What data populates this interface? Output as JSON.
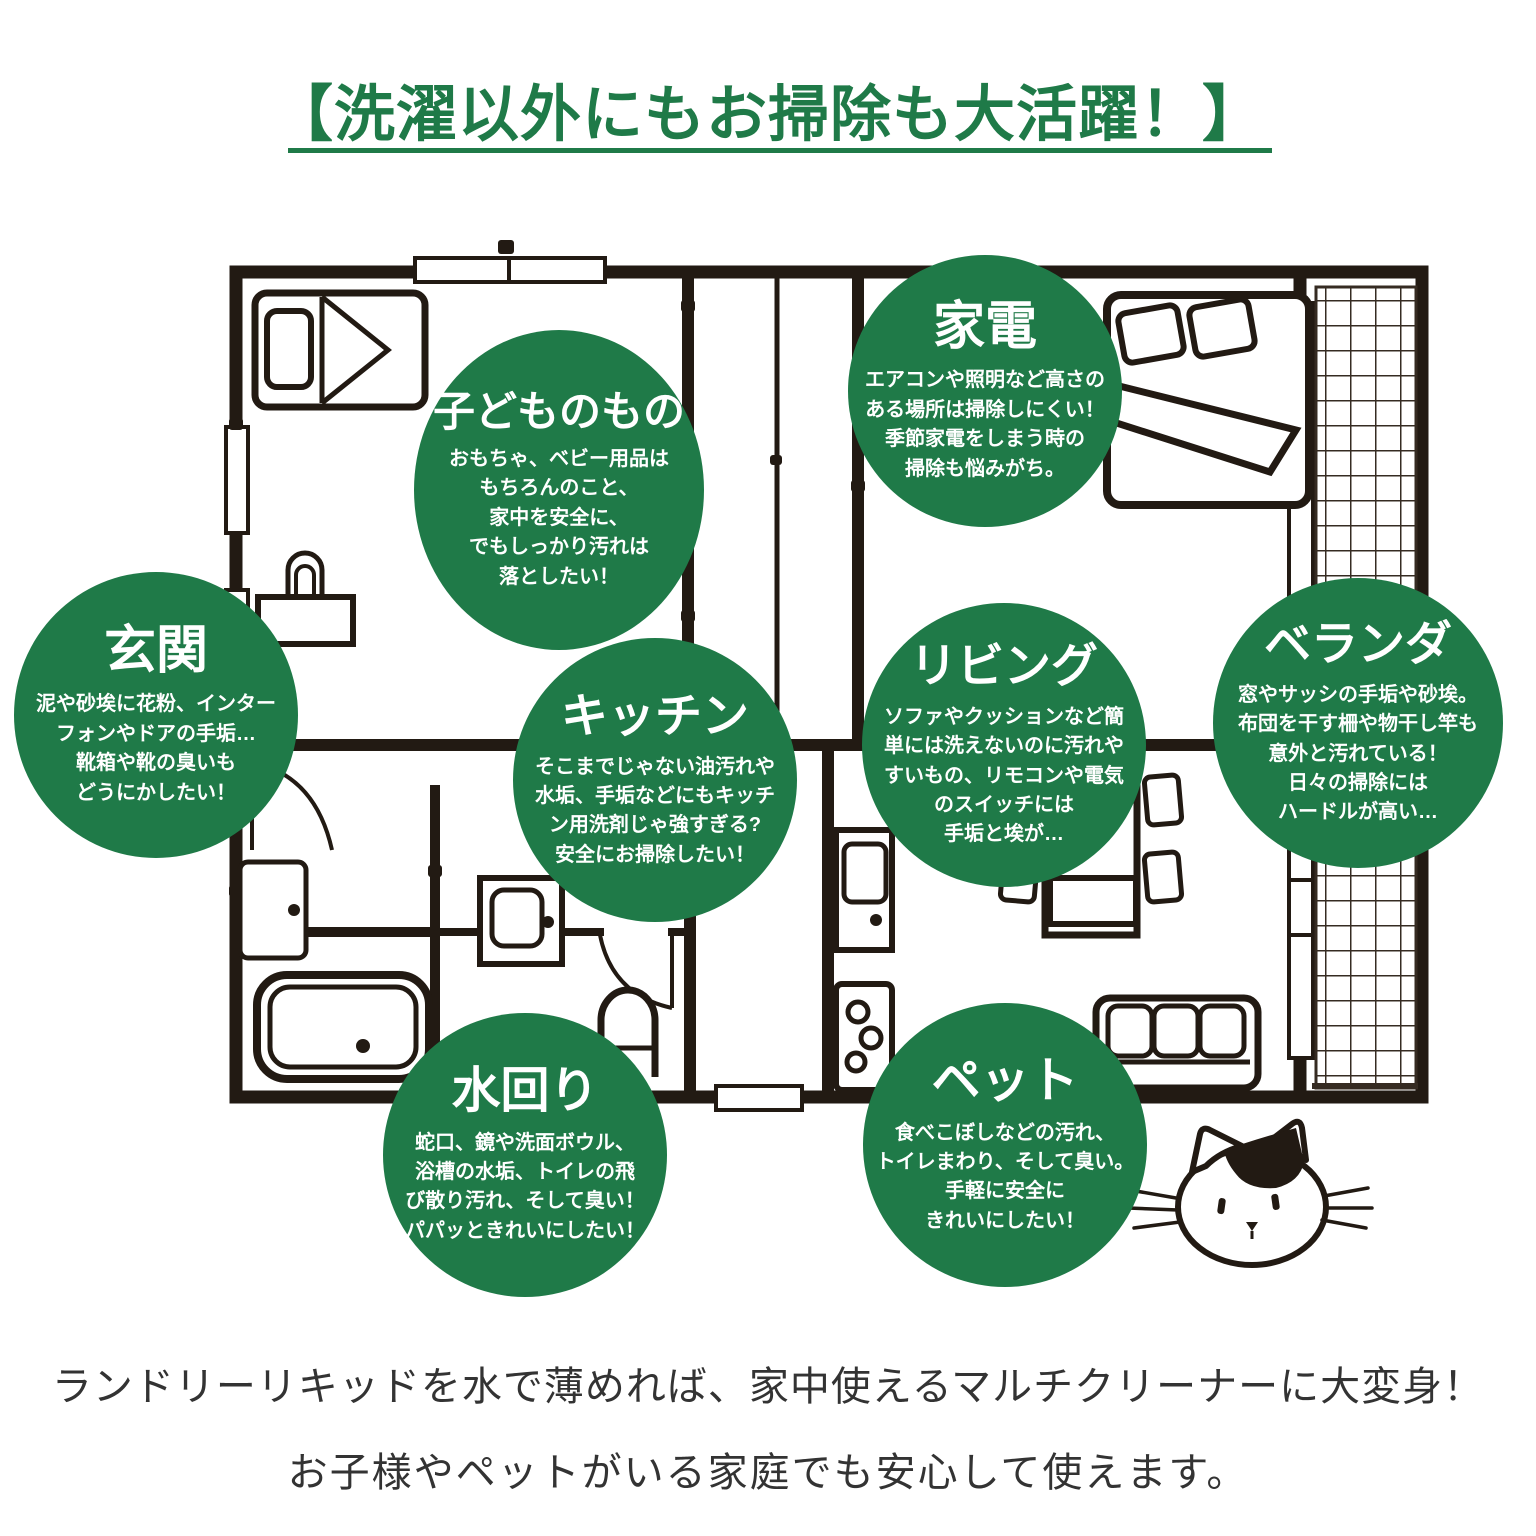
{
  "title": "【洗濯以外にもお掃除も大活躍！】",
  "colors": {
    "accent_green": "#1f7a48",
    "wall_ink": "#221a13",
    "footer_text": "#333333",
    "background": "#ffffff"
  },
  "rooms": [
    {
      "id": "kids-items",
      "label": "子どものもの",
      "body": "おもちゃ、ベビー用品は\nもちろんのこと、\n家中を安全に、\nでもしっかり汚れは\n落としたい！"
    },
    {
      "id": "appliances",
      "label": "家電",
      "body": "エアコンや照明など高さの\nある場所は掃除しにくい！\n季節家電をしまう時の\n掃除も悩みがち。"
    },
    {
      "id": "entrance",
      "label": "玄関",
      "body": "泥や砂埃に花粉、インター\nフォンやドアの手垢…\n靴箱や靴の臭いも\nどうにかしたい！"
    },
    {
      "id": "kitchen",
      "label": "キッチン",
      "body": "そこまでじゃない油汚れや\n水垢、手垢などにもキッチ\nン用洗剤じゃ強すぎる?\n安全にお掃除したい！"
    },
    {
      "id": "living",
      "label": "リビング",
      "body": "ソファやクッションなど簡\n単には洗えないのに汚れや\nすいもの、リモコンや電気\nのスイッチには\n手垢と埃が…"
    },
    {
      "id": "veranda",
      "label": "ベランダ",
      "body": "窓やサッシの手垢や砂埃。\n布団を干す柵や物干し竿も\n意外と汚れている！\n日々の掃除には\nハードルが高い…"
    },
    {
      "id": "water-areas",
      "label": "水回り",
      "body": "蛇口、鏡や洗面ボウル、\n浴槽の水垢、トイレの飛\nび散り汚れ、そして臭い！\nパパッときれいにしたい！"
    },
    {
      "id": "pets",
      "label": "ペット",
      "body": "食べこぼしなどの汚れ、\nトイレまわり、そして臭い。\n手軽に安全に\nきれいにしたい！"
    }
  ],
  "footer": {
    "line1": "ランドリーリキッドを水で薄めれば、家中使えるマルチクリーナーに大変身！",
    "line2": "お子様やペットがいる家庭でも安心して使えます。"
  },
  "icons": {
    "cat": "cat-face-icon",
    "floorplan": "house-floor-plan"
  }
}
